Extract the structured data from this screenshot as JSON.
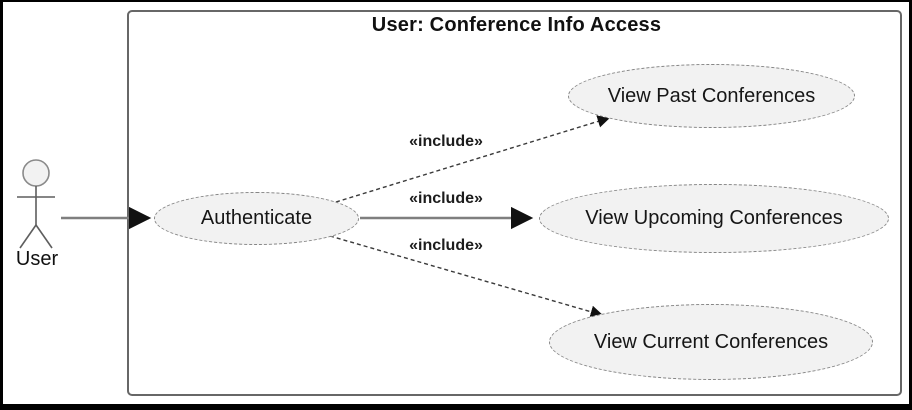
{
  "diagram": {
    "title": "User: Conference Info Access",
    "actor": {
      "name": "User"
    },
    "use_cases": [
      {
        "id": "authenticate",
        "label": "Authenticate"
      },
      {
        "id": "view-past",
        "label": "View Past Conferences"
      },
      {
        "id": "view-upcoming",
        "label": "View Upcoming Conferences"
      },
      {
        "id": "view-current",
        "label": "View Current Conferences"
      }
    ],
    "relationships": [
      {
        "from": "User",
        "to": "Authenticate",
        "stereotype": "",
        "style": "solid"
      },
      {
        "from": "Authenticate",
        "to": "View Past Conferences",
        "stereotype": "«include»",
        "style": "dashed"
      },
      {
        "from": "Authenticate",
        "to": "View Upcoming Conferences",
        "stereotype": "«include»",
        "style": "solid"
      },
      {
        "from": "Authenticate",
        "to": "View Current Conferences",
        "stereotype": "«include»",
        "style": "dashed"
      }
    ],
    "colors": {
      "background": "#ffffff",
      "frame": "#000000",
      "boundary_border": "#676767",
      "node_fill": "#f2f2f2",
      "node_border": "#858585",
      "edge_solid": "#7f7f7f",
      "edge_dashed": "#3a3a3a",
      "arrowhead": "#111111",
      "text": "#111111"
    }
  }
}
